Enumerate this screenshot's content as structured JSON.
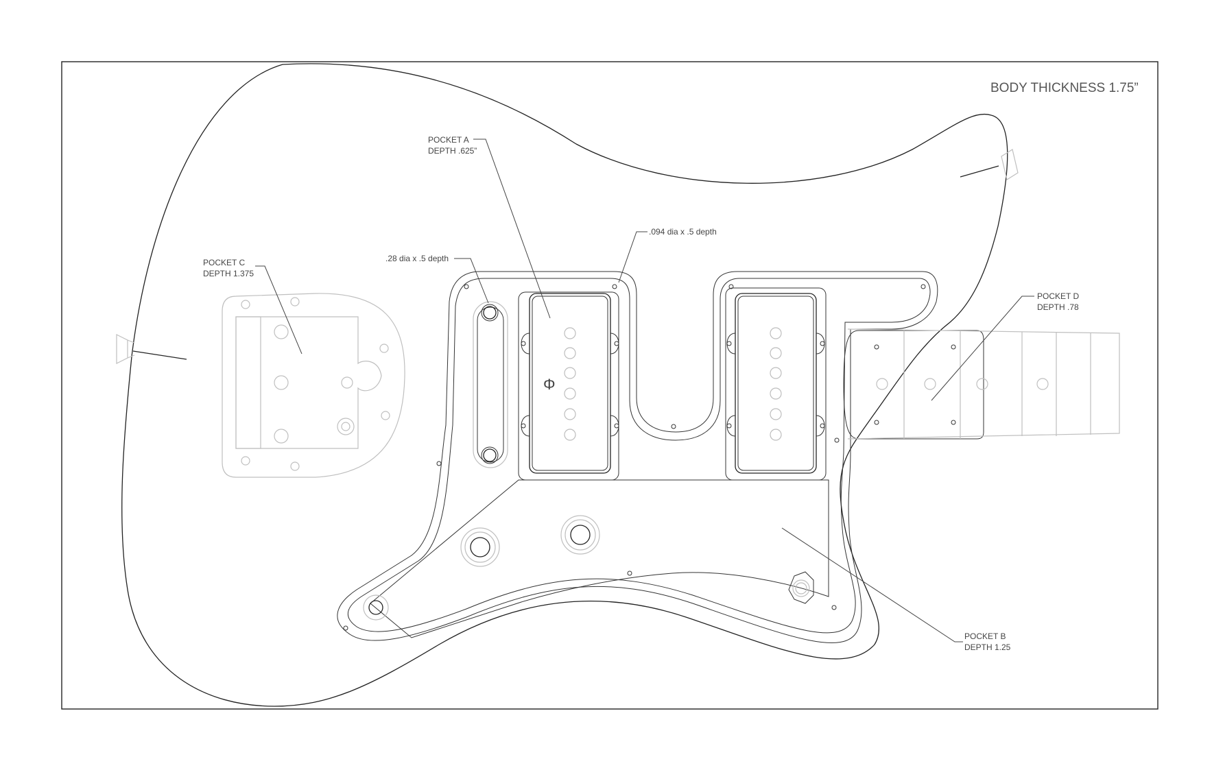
{
  "title": "BODY THICKNESS 1.75”",
  "pockets": {
    "a": {
      "name": "POCKET A",
      "depth": "DEPTH .625”"
    },
    "b": {
      "name": "POCKET B",
      "depth": "DEPTH 1.25"
    },
    "c": {
      "name": "POCKET C",
      "depth": "DEPTH 1.375"
    },
    "d": {
      "name": "POCKET D",
      "depth": "DEPTH .78"
    }
  },
  "holes": {
    "small": ".094 dia x .5 depth",
    "large": ".28 dia x .5 depth"
  },
  "symbols": {
    "center_mark": "Φ"
  }
}
